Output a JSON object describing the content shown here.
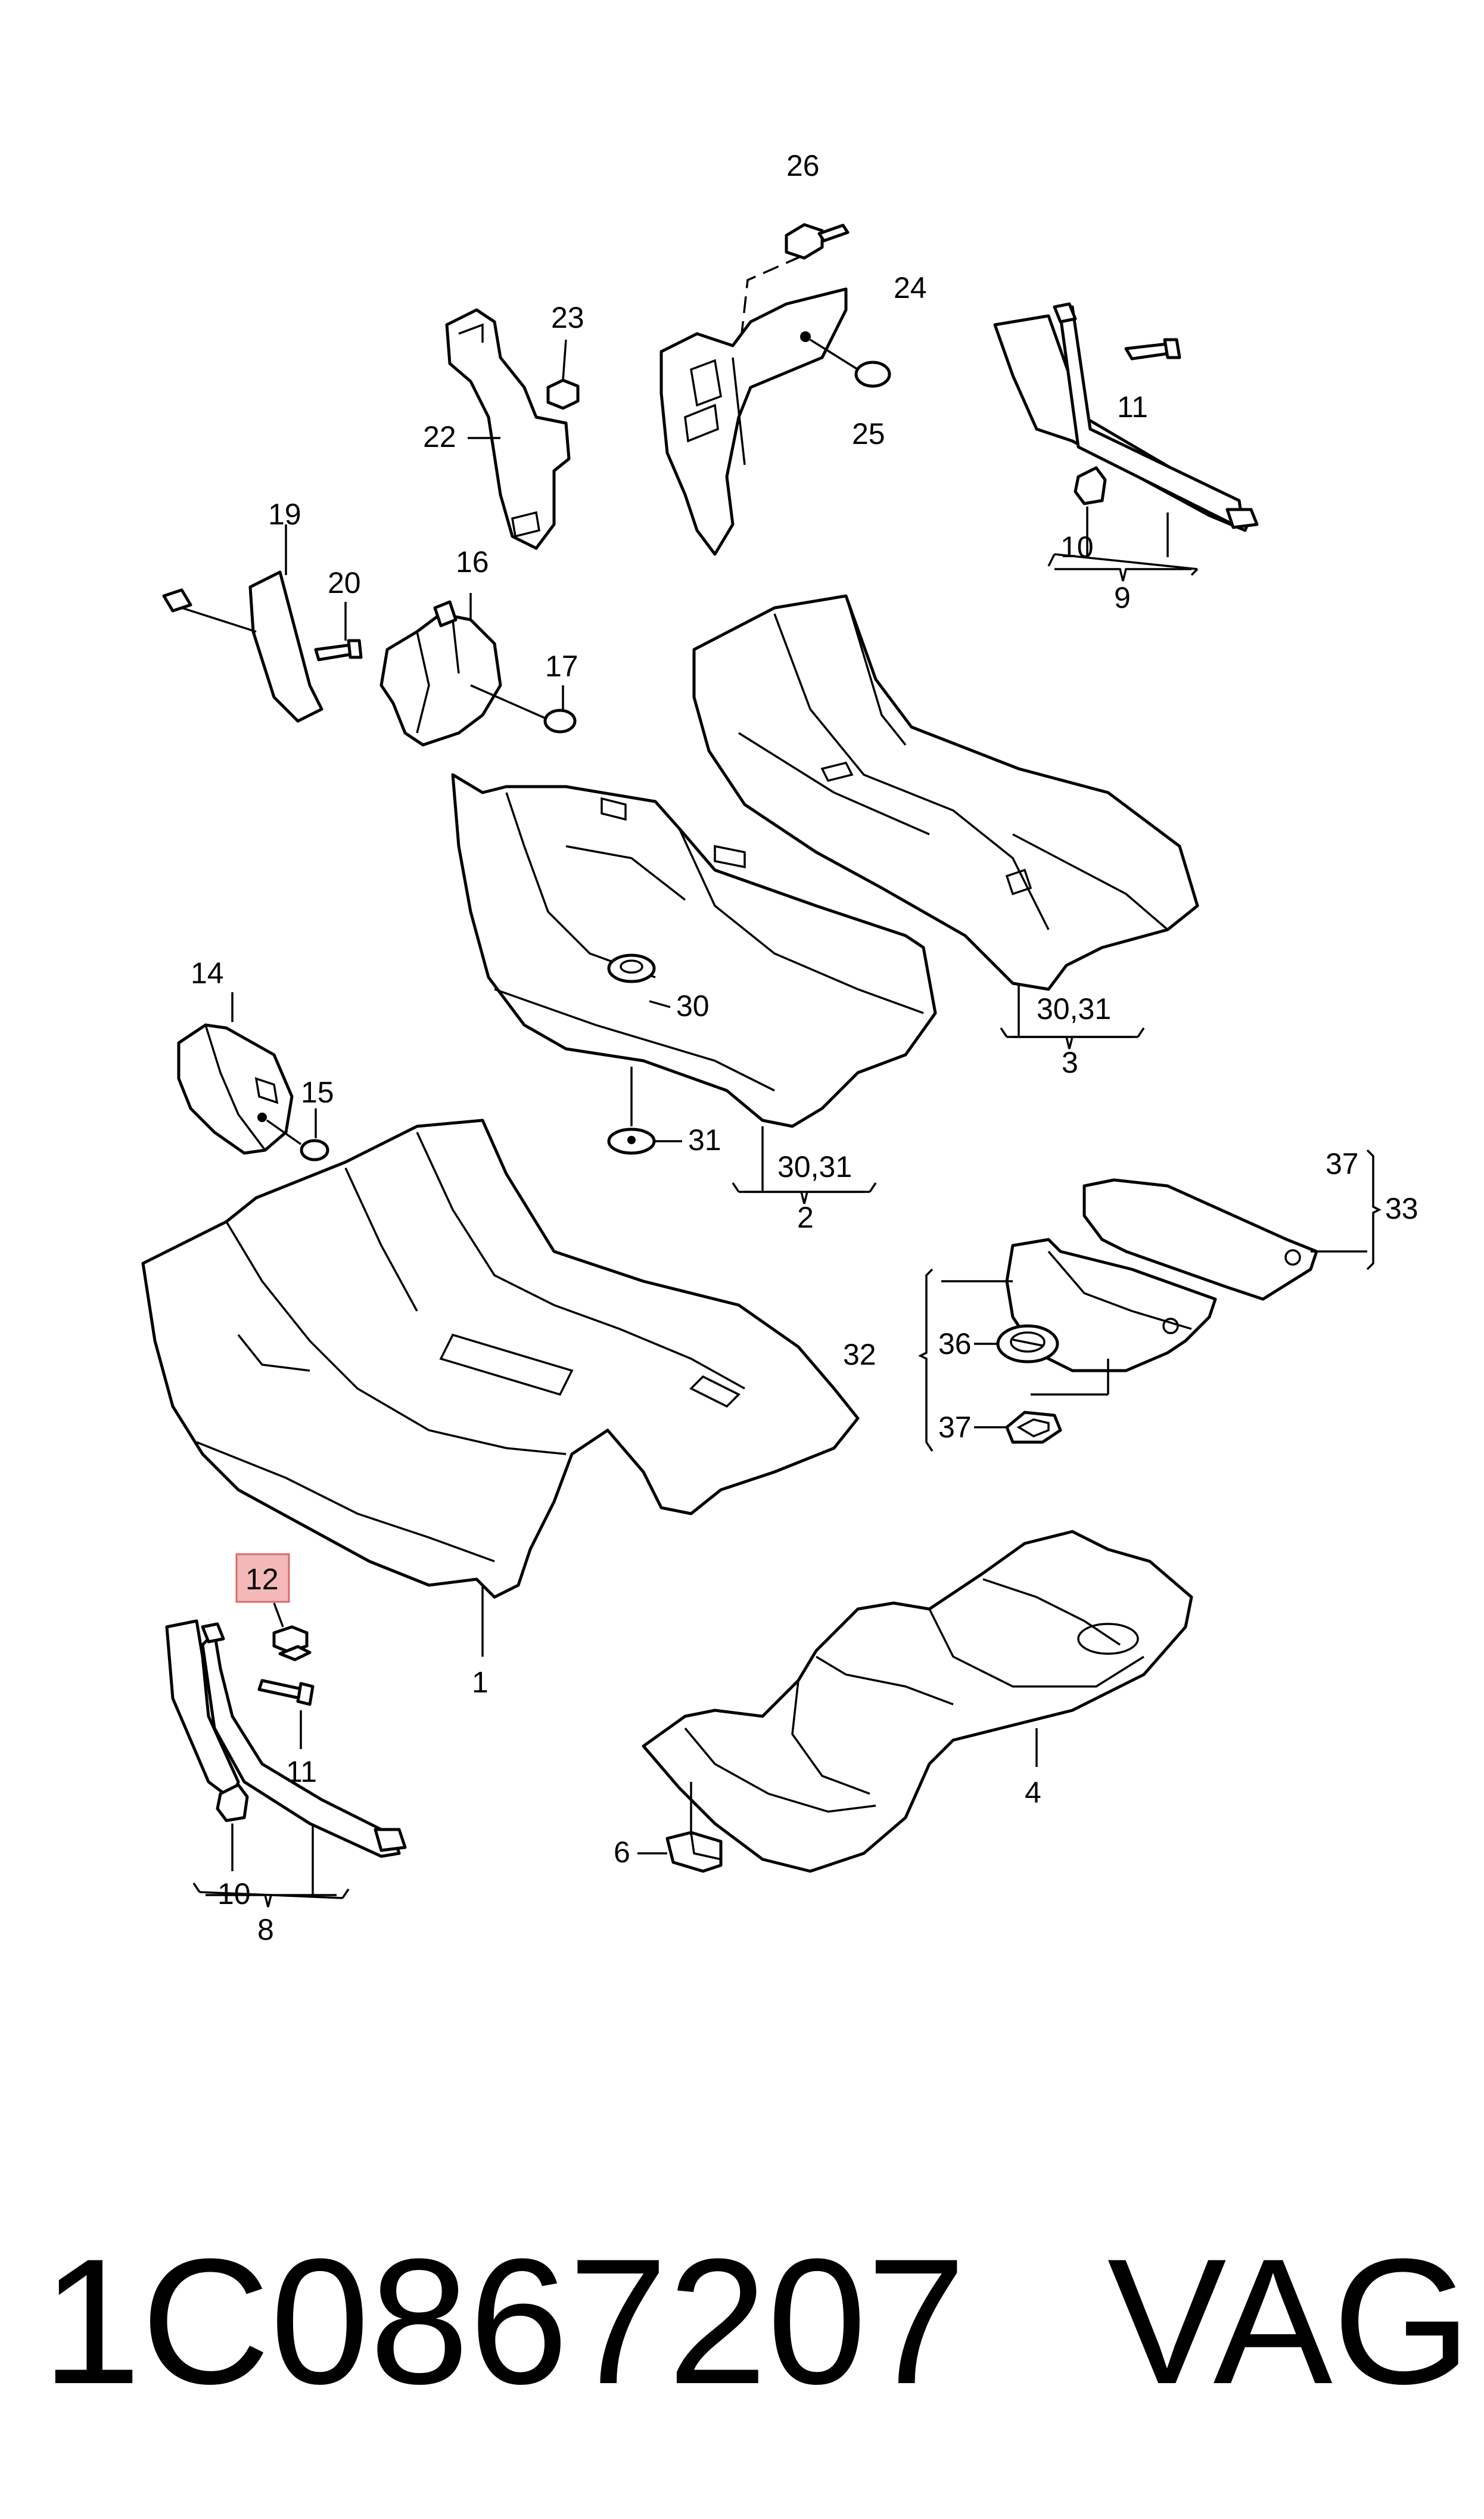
{
  "callouts": {
    "c26": "26",
    "c24": "24",
    "c23": "23",
    "c22": "22",
    "c25": "25",
    "c11a": "11",
    "c10a": "10",
    "c9": "9",
    "c19": "19",
    "c20": "20",
    "c16": "16",
    "c17": "17",
    "c30a": "30",
    "c3031a": "30,31",
    "c3": "3",
    "c14": "14",
    "c15": "15",
    "c31": "31",
    "c3031b": "30,31",
    "c2": "2",
    "c37a": "37",
    "c33": "33",
    "c32": "32",
    "c36": "36",
    "c37b": "37",
    "c1": "1",
    "c12": "12",
    "c11b": "11",
    "c10b": "10",
    "c8": "8",
    "c4": "4",
    "c6": "6"
  },
  "highlight_color": "#f4b8b8",
  "highlight_border": "#d96b6b",
  "footer": {
    "part_number": "1C0867207",
    "brand": "VAG"
  }
}
